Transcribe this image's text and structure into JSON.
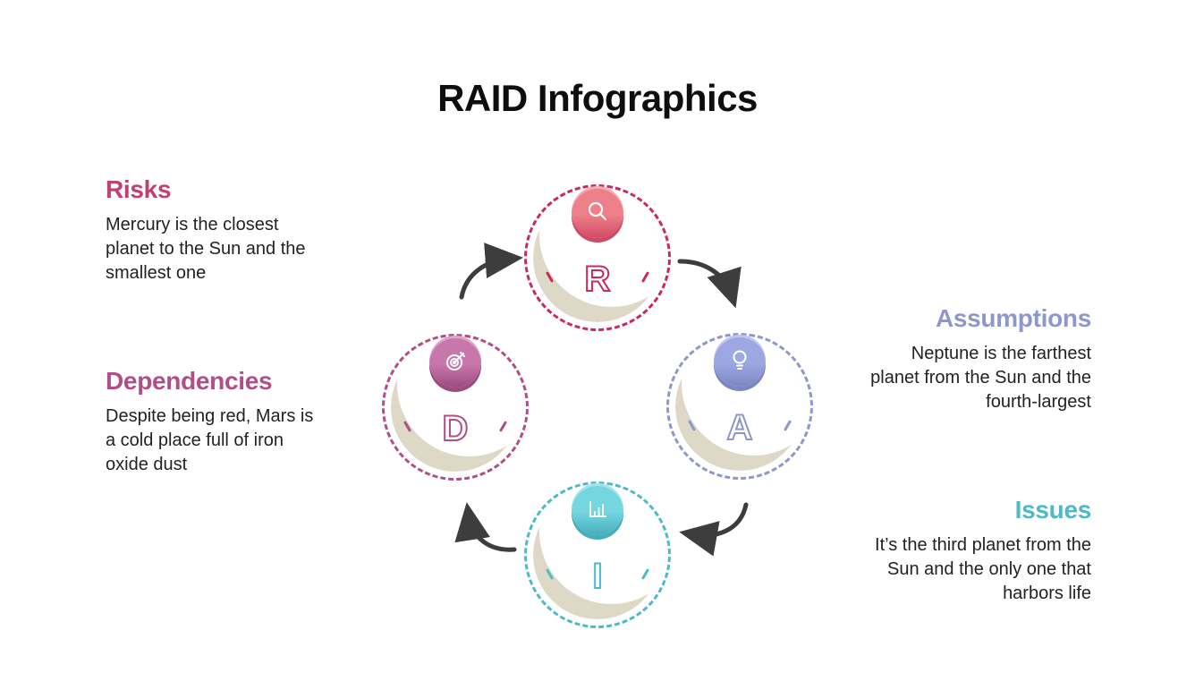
{
  "title": "RAID Infographics",
  "sections": {
    "risks": {
      "label": "Risks",
      "text": "Mercury is the closest planet to the Sun and the smallest one",
      "color": "#c23f72"
    },
    "dependencies": {
      "label": "Dependencies",
      "text": "Despite being red, Mars is a cold place full of iron oxide dust",
      "color": "#b04f86"
    },
    "assumptions": {
      "label": "Assumptions",
      "text": "Neptune is the farthest planet from the Sun and the fourth-largest",
      "color": "#8d97cb"
    },
    "issues": {
      "label": "Issues",
      "text": "It’s the third planet from the Sun and the only one that harbors life",
      "color": "#4fbac7"
    }
  },
  "diagram": {
    "nodes": [
      {
        "letter": "R",
        "label": "Risks",
        "icon": "magnifier-icon",
        "ring_color": "#c8295e",
        "button_color": "#ee8089"
      },
      {
        "letter": "A",
        "label": "Assumptions",
        "icon": "lightbulb-icon",
        "ring_color": "#8d97cb",
        "button_color": "#9da8e2"
      },
      {
        "letter": "I",
        "label": "Issues",
        "icon": "bar-chart-icon",
        "ring_color": "#4fbac7",
        "button_color": "#74d6df"
      },
      {
        "letter": "D",
        "label": "Dependencies",
        "icon": "dartboard-icon",
        "ring_color": "#b04f86",
        "button_color": "#c877ad"
      }
    ],
    "crescent_color": "#ded8c6",
    "arrow_color": "#3d3d3d"
  }
}
